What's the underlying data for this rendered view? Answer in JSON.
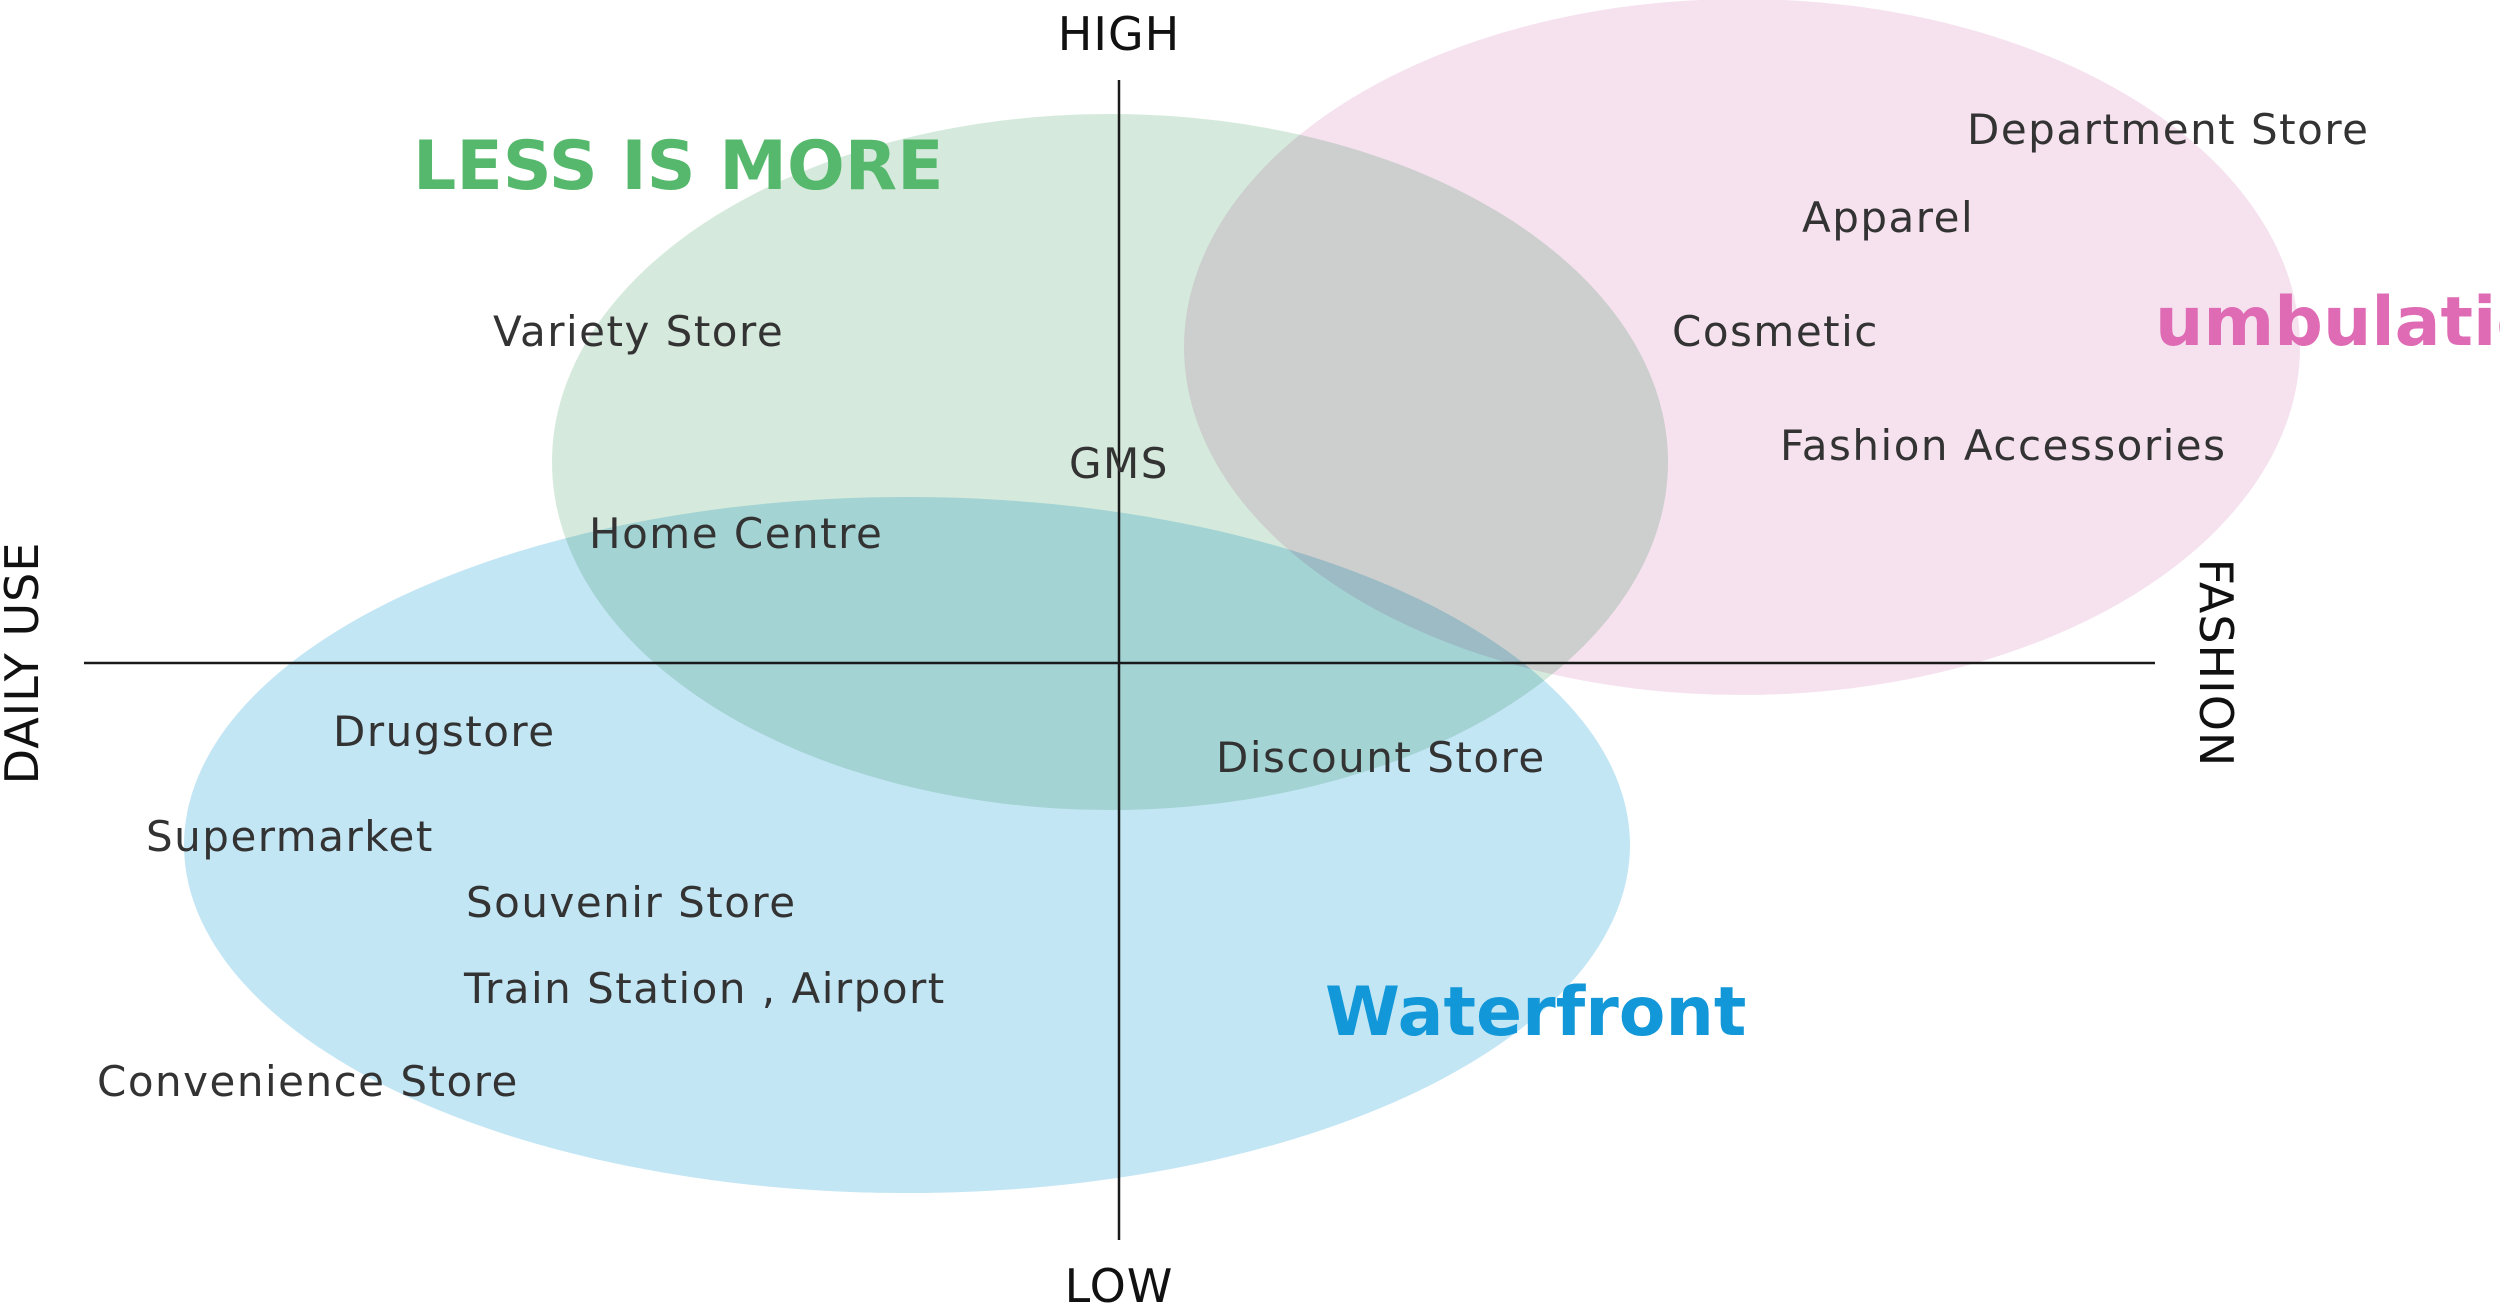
{
  "colors": {
    "green_fill": "#d5eadc",
    "blue_fill": "#c3e6f5",
    "pink_fill": "#f5e2ee",
    "green_text": "#56b86c",
    "blue_text": "#1298d8",
    "pink_text": "#de6bb4",
    "axis_line": "#1a1a1a",
    "label_text": "#333333"
  },
  "axes": {
    "top": "HIGH",
    "bottom": "LOW",
    "left": "DAILY USE",
    "right": "FASHION"
  },
  "groups": {
    "green": "LESS IS MORE",
    "blue": "Waterfront",
    "pink": "umbulatio"
  },
  "stores": {
    "department_store": "Department Store",
    "apparel": "Apparel",
    "cosmetic": "Cosmetic",
    "fashion_accessories": "Fashion Accessories",
    "variety_store": "Variety Store",
    "gms": "GMS",
    "home_centre": "Home Centre",
    "drugstore": "Drugstore",
    "discount_store": "Discount Store",
    "supermarket": "Supermarket",
    "souvenir_store": "Souvenir Store",
    "train_station_airport": "Train Station , Airport",
    "convenience_store": "Convenience Store"
  }
}
